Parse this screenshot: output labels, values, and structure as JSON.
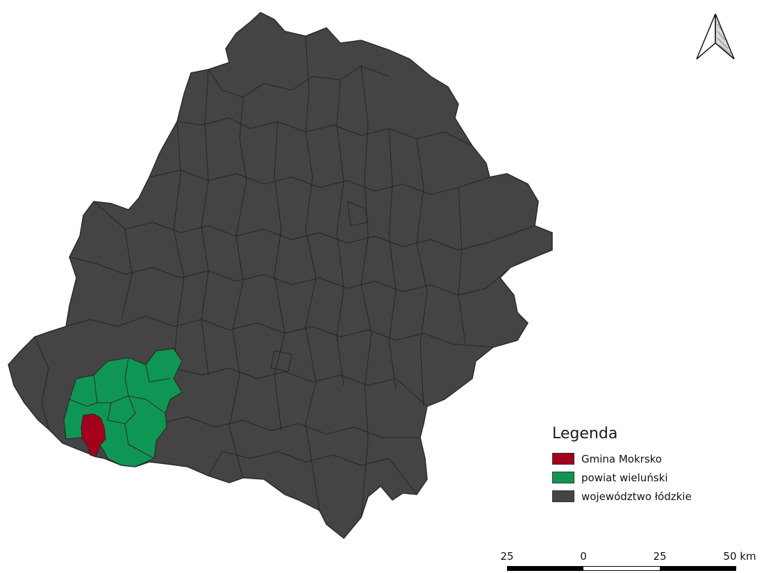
{
  "legend": {
    "title": "Legenda",
    "items": [
      {
        "label": "Gmina Mokrsko",
        "color": "#a3001e"
      },
      {
        "label": "powiat wieluński",
        "color": "#0f9654"
      },
      {
        "label": "województwo łódzkie",
        "color": "#444444"
      }
    ]
  },
  "scale_bar": {
    "labels": [
      "25",
      "0",
      "25",
      "50 km"
    ]
  },
  "north_arrow": {
    "icon": "north-arrow-icon"
  }
}
